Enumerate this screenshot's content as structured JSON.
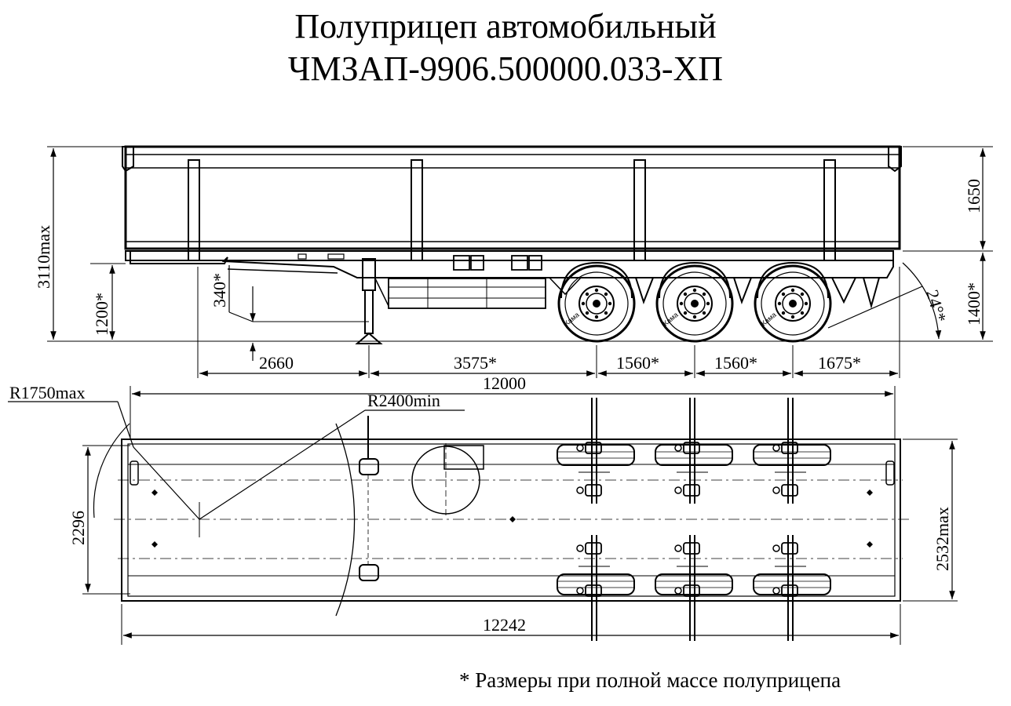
{
  "title_line1": "Полуприцеп автомобильный",
  "title_line2": "ЧМЗАП-9906.500000.033-ХП",
  "side_view": {
    "height_total": "3110max",
    "height_body": "1650",
    "height_rear": "1400*",
    "height_front": "1200*",
    "kingpin_drop": "340*",
    "angle": "24°*",
    "dim_kingpin_to_leg": "2660",
    "dim_leg_to_axle": "3575*",
    "dim_axle_1_2": "1560*",
    "dim_axle_2_3": "1560*",
    "dim_rear_overhang": "1675*",
    "dim_length": "12000",
    "tyre_brand": "Кама"
  },
  "plan_view": {
    "radius_front": "R1750max",
    "radius_turn": "R2400min",
    "width_inner": "2296",
    "width_outer": "2532max",
    "length_overall": "12242"
  },
  "footnote": "* Размеры при полной массе полуприцепа"
}
